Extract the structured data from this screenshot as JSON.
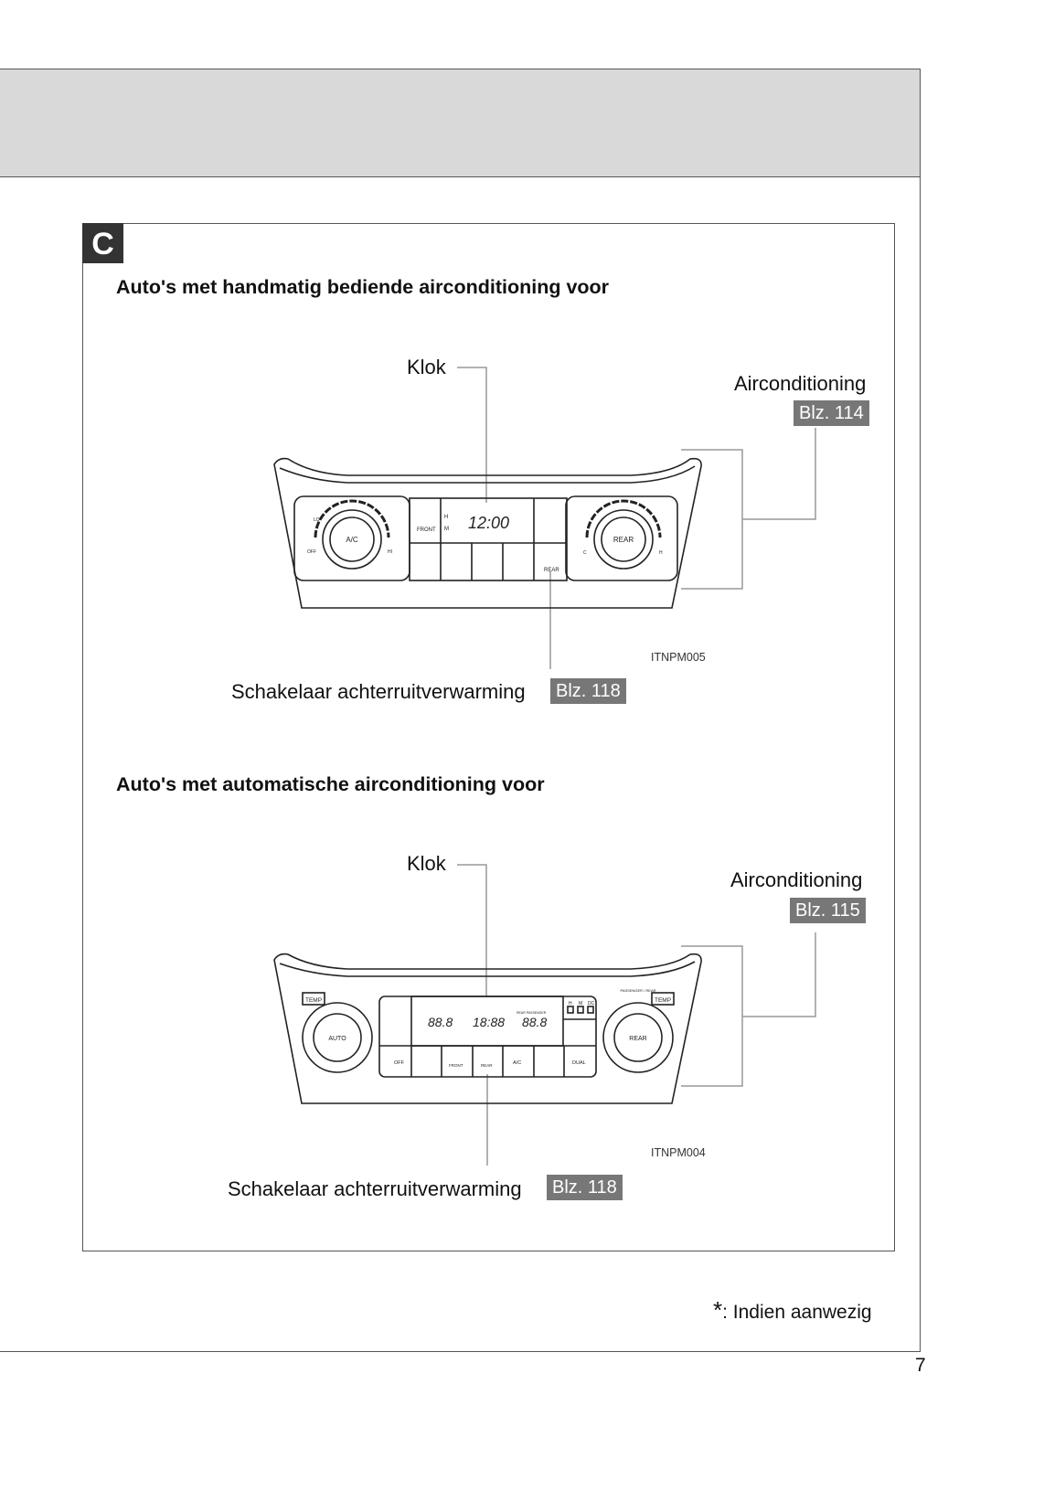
{
  "page_number": "7",
  "section_badge": "C",
  "footnote": {
    "symbol": "*",
    "text": ": Indien aanwezig"
  },
  "manual": {
    "heading": "Auto's met handmatig bediende airconditioning voor",
    "clock_label": "Klok",
    "aircon_label": "Airconditioning",
    "aircon_page": "Blz. 114",
    "rear_defog_label": "Schakelaar achterruitverwarming",
    "rear_defog_page": "Blz. 118",
    "image_code": "ITNPM005",
    "panel": {
      "left_dial": "A/C",
      "right_dial": "REAR",
      "front": "FRONT",
      "rear": "REAR",
      "clock": "12:00",
      "h": "H",
      "m": "M",
      "lo": "LO",
      "off": "OFF",
      "hi": "HI",
      "c": "C",
      "hot": "H"
    }
  },
  "auto": {
    "heading": "Auto's met automatische airconditioning voor",
    "clock_label": "Klok",
    "aircon_label": "Airconditioning",
    "aircon_page": "Blz. 115",
    "rear_defog_label": "Schakelaar achterruitverwarming",
    "rear_defog_page": "Blz. 118",
    "image_code": "ITNPM004",
    "panel": {
      "left_dial": "AUTO",
      "right_dial": "REAR",
      "temp": "TEMP",
      "passenger_rear": "PASSENGER / REAR",
      "temp_left": "88.8",
      "clock": "18:88",
      "temp_right": "88.8",
      "rear_passenger": "REAR PASSENGER",
      "h": "H",
      "m": "M",
      "dc": "DC",
      "off": "OFF",
      "front": "FRONT",
      "rear": "REAR",
      "ac": "A/C",
      "dual": "DUAL"
    }
  }
}
